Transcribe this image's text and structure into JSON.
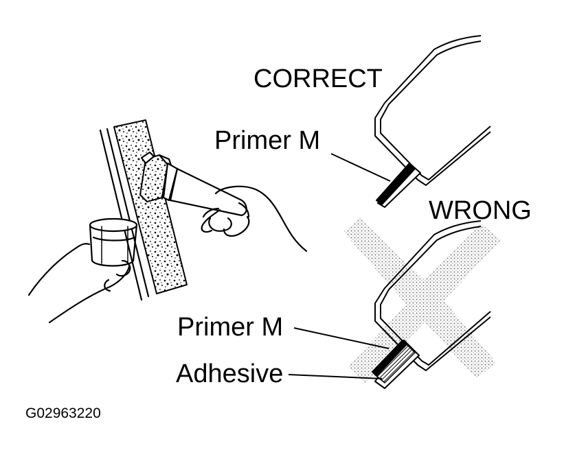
{
  "labels": {
    "correct": "CORRECT",
    "wrong": "WRONG",
    "primer_correct": "Primer M",
    "primer_wrong": "Primer M",
    "adhesive": "Adhesive",
    "figure_code": "G02963220"
  },
  "colors": {
    "ink": "#000000",
    "paper": "#ffffff",
    "stipple": "#8c8c8c"
  }
}
